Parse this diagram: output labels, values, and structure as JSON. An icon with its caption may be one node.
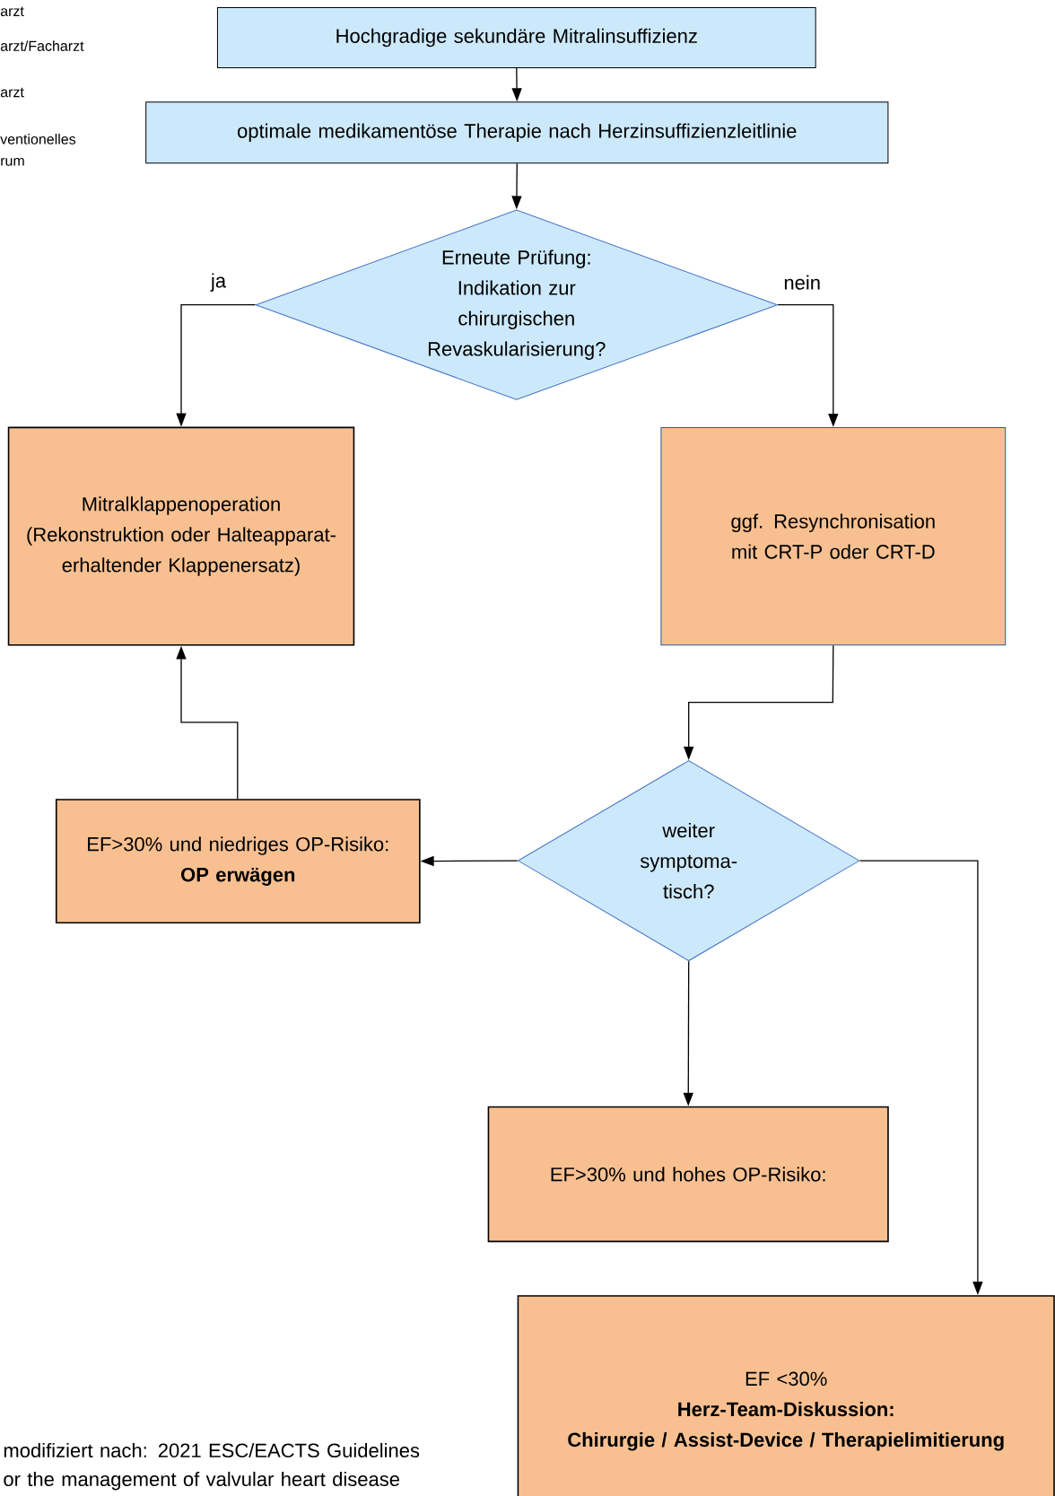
{
  "diagram": {
    "caption": "modifiziert nach: 2021 ESC/EACTS Guidelines or the management of valvular heart disease",
    "nodes": [
      {
        "text": [
          "Hochgradige sekundäre Mitralinsuffizienz"
        ]
      },
      {
        "text": [
          "optimale medikamentöse Therapie nach Herzinsuffizienzleitlinie"
        ]
      },
      {
        "text": [
          "Erneute Prüfung: Indikation zur chirurgischen Revaskularisierung?"
        ]
      },
      {
        "text": [
          "Mitralklappenoperation (Rekonstruktion oder Halteapparat-erhaltender Klappenersatz)"
        ]
      },
      {
        "text": [
          "ggf. Resynchronisation mit CRT-P  oder CRT-D"
        ]
      },
      {
        "text": [
          "weiter symptoma-tisch?"
        ]
      },
      {
        "text": [
          "EF>30% und niedriges OP-Risiko:",
          "OP erwägen"
        ]
      },
      {
        "text": [
          "EF>30% und hohes OP-Risiko:"
        ]
      },
      {
        "text": [
          "EF <30%",
          "Herz-Team-Diskussion:",
          "Chirurgie  /  Assist-Device  /  Therapielimitierung"
        ]
      }
    ],
    "edges": [
      {
        "from": 0,
        "to": 1,
        "arrow": "to"
      },
      {
        "from": 1,
        "to": 2,
        "arrow": "to"
      },
      {
        "from": 2,
        "to": 3,
        "arrow": "to",
        "label": "ja"
      },
      {
        "from": 2,
        "to": 4,
        "arrow": "to",
        "label": "nein"
      },
      {
        "from": 4,
        "to": 5,
        "arrow": "to"
      },
      {
        "from": 5,
        "to": 6,
        "arrow": "to"
      },
      {
        "from": 6,
        "to": 3,
        "arrow": "to"
      },
      {
        "from": 5,
        "to": 7,
        "arrow": "to"
      },
      {
        "from": 5,
        "to": 8,
        "arrow": "to"
      }
    ],
    "labels": [
      "arzt",
      "arzt/Facharzt",
      "arzt",
      "ventionelles rum"
    ]
  }
}
